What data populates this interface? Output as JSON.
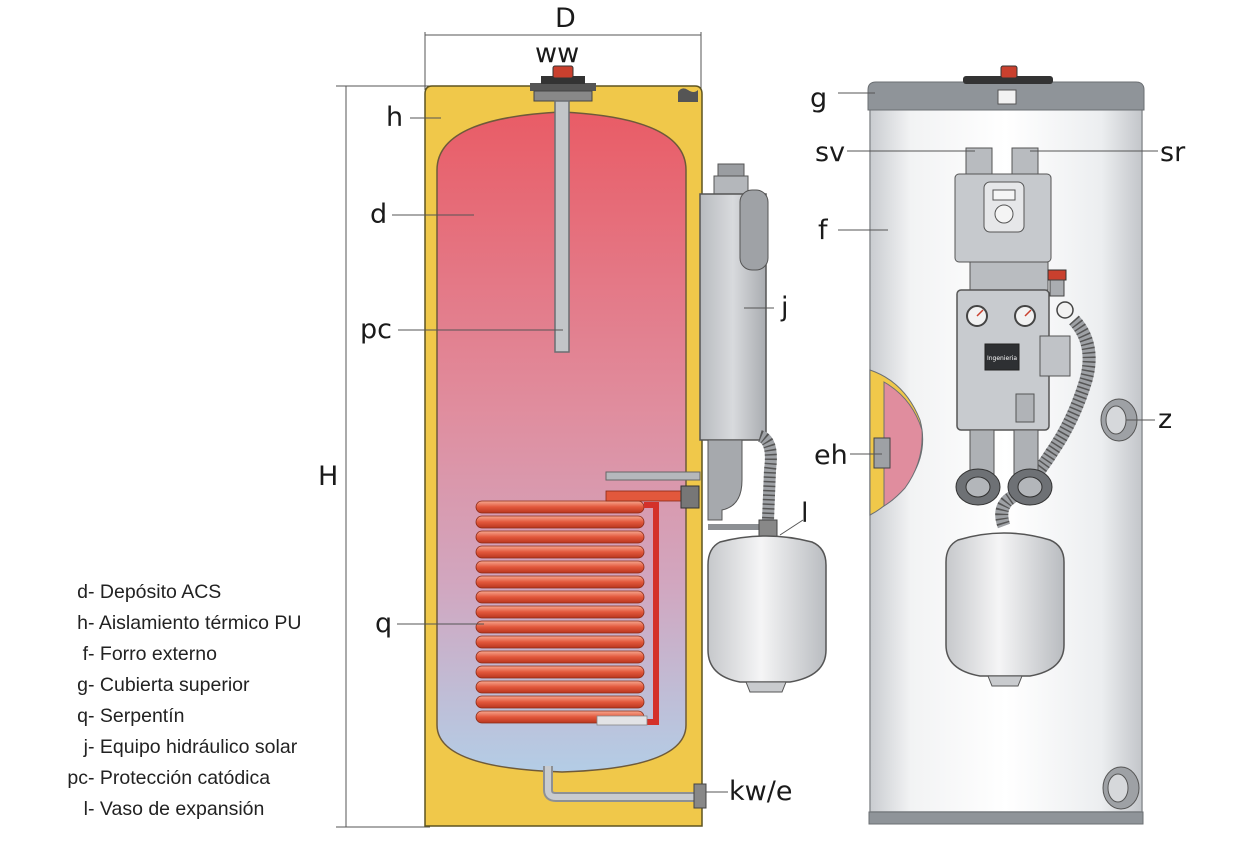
{
  "labels": {
    "D": "D",
    "ww": "ww",
    "h": "h",
    "d": "d",
    "pc": "pc",
    "H": "H",
    "q": "q",
    "j": "j",
    "l": "l",
    "kw_e": "kw/e",
    "g": "g",
    "sv": "sv",
    "sr": "sr",
    "f": "f",
    "eh": "eh",
    "z": "z"
  },
  "legend": [
    {
      "key": "d",
      "text": "- Depósito ACS"
    },
    {
      "key": "h",
      "text": "- Aislamiento térmico PU"
    },
    {
      "key": "f",
      "text": "- Forro externo"
    },
    {
      "key": "g",
      "text": "- Cubierta superior"
    },
    {
      "key": "q",
      "text": "- Serpentín"
    },
    {
      "key": "j",
      "text": "- Equipo hidráulico solar"
    },
    {
      "key": "pc",
      "text": "- Protección catódica"
    },
    {
      "key": "l",
      "text": "- Vaso de expansión"
    }
  ],
  "unit_brand_text": "Ingenieria",
  "colors": {
    "insulation": "#f0c84a",
    "tank_hot": "#e8646e",
    "tank_cold": "#b4cde6",
    "coil": "#e2583c",
    "hydraulic_unit": "#cdd0d4",
    "casing": "#e6e8ea",
    "top_cover": "#8f9499"
  }
}
